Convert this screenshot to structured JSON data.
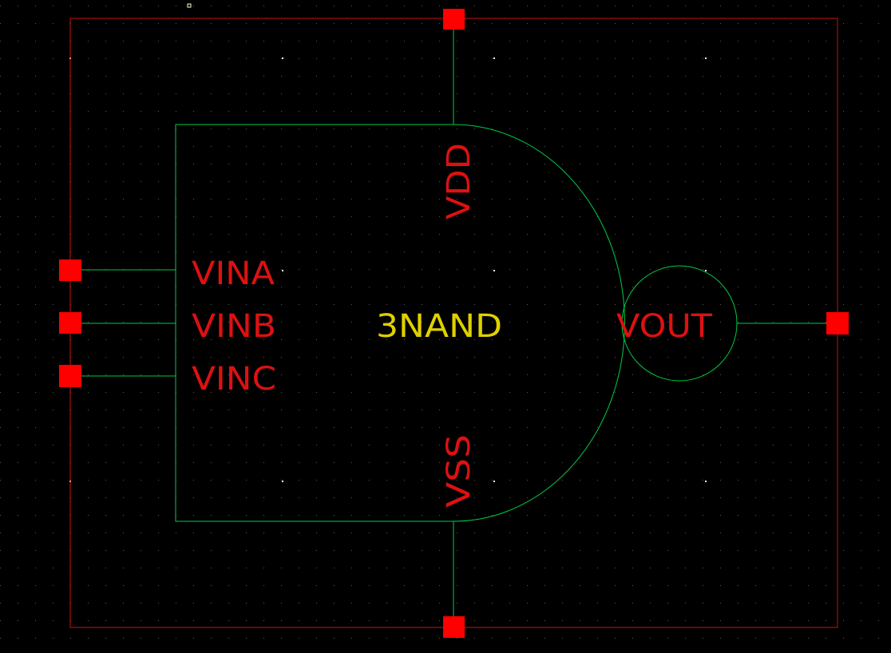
{
  "schematic": {
    "cell_name": "3NAND",
    "pins": {
      "input_a": "VINA",
      "input_b": "VINB",
      "input_c": "VINC",
      "output": "VOUT",
      "supply": "VDD",
      "ground": "VSS"
    },
    "colors": {
      "background": "#000000",
      "grid_dot": "#5a5a5a",
      "grid_major": "#ffffff",
      "wire": "#00cc44",
      "boundary": "#cc1111",
      "pin": "#ff0000",
      "pin_label": "#dd1111",
      "cell_label": "#e0d000"
    }
  }
}
